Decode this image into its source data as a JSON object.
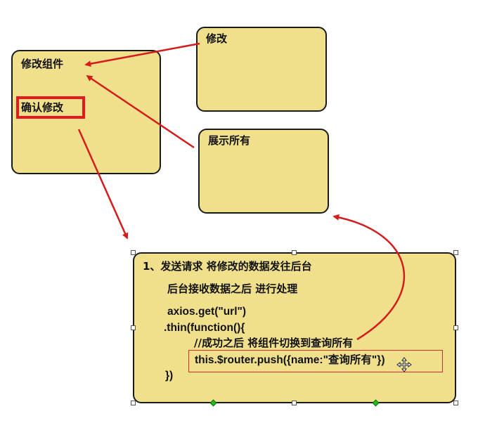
{
  "nodes": {
    "modify_component": {
      "title": "修改组件",
      "button_label": "确认修改"
    },
    "modify": {
      "title": "修改"
    },
    "show_all": {
      "title": "展示所有"
    },
    "note": {
      "line1": "1、发送请求  将修改的数据发往后台",
      "line2": "后台接收数据之后  进行处理",
      "line3": "axios.get(\"url\")",
      "line4": ".thin(function(){",
      "line5": "//成功之后  将组件切换到查询所有",
      "line6": "this.$router.push({name:\"查询所有\"})",
      "line7": "})"
    }
  },
  "colors": {
    "box_fill": "#f0e08c",
    "box_border": "#1a1a1a",
    "arrow": "#d41c1c",
    "highlight_border": "#e8161e"
  }
}
